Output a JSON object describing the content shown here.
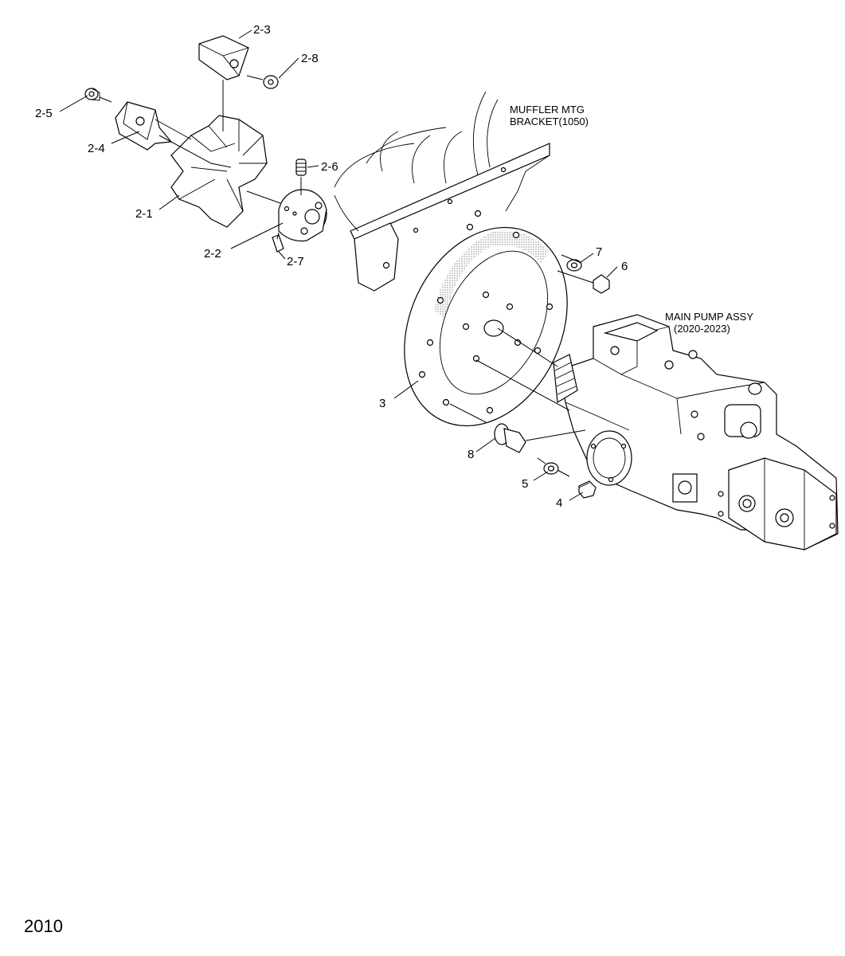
{
  "page_number": "2010",
  "callouts": {
    "c2_1": "2-1",
    "c2_2": "2-2",
    "c2_3": "2-3",
    "c2_4": "2-4",
    "c2_5": "2-5",
    "c2_6": "2-6",
    "c2_7": "2-7",
    "c2_8": "2-8",
    "c3": "3",
    "c4": "4",
    "c5": "5",
    "c6": "6",
    "c7": "7",
    "c8": "8"
  },
  "annotations": {
    "muffler_line1": "MUFFLER MTG",
    "muffler_line2": "BRACKET(1050)",
    "pump_line1": "MAIN PUMP ASSY",
    "pump_line2": "(2020-2023)"
  }
}
